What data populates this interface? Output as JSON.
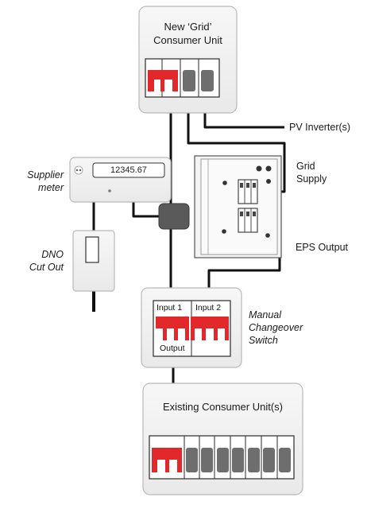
{
  "new_cu": {
    "title_line1": "New ‘Grid’",
    "title_line2": "Consumer Unit"
  },
  "pv_inverter": {
    "label": "PV Inverter(s)"
  },
  "grid_supply": {
    "line1": "Grid",
    "line2": "Supply"
  },
  "eps_output": {
    "label": "EPS Output"
  },
  "supplier_meter": {
    "line1": "Supplier",
    "line2": "meter",
    "reading": "12345.67"
  },
  "dno_cutout": {
    "line1": "DNO",
    "line2": "Cut Out"
  },
  "changeover": {
    "line1": "Manual",
    "line2": "Changeover",
    "line3": "Switch",
    "input1": "Input 1",
    "input2": "Input 2",
    "output": "Output"
  },
  "existing_cu": {
    "title": "Existing Consumer Unit(s)"
  },
  "colors": {
    "red": "#e3282b",
    "grey": "#6e6e6e",
    "box": "#f1f1f1",
    "wire": "#111111"
  }
}
